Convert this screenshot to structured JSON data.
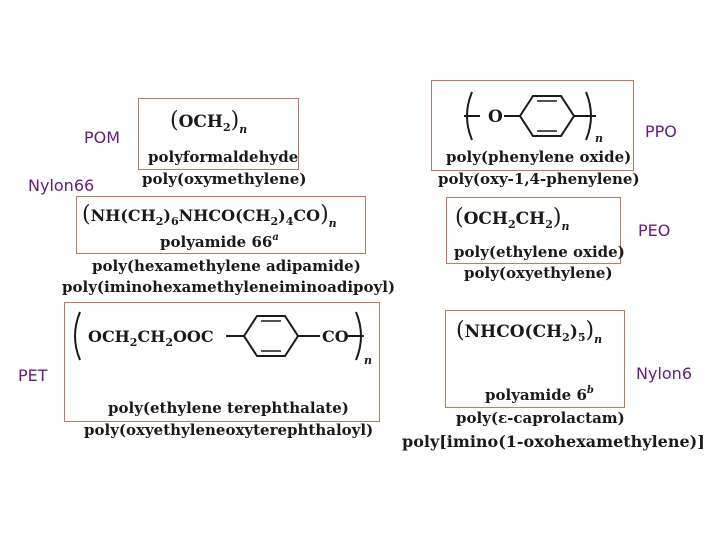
{
  "labels": {
    "pom": "POM",
    "nylon66": "Nylon66",
    "pet": "PET",
    "ppo": "PPO",
    "peo": "PEO",
    "nylon6": "Nylon6"
  },
  "pom": {
    "unit": "OCH",
    "sub": "2",
    "n": "n",
    "name1": "polyformaldehyde",
    "name2": "poly(oxymethylene)"
  },
  "nylon66": {
    "part1": "NH(CH",
    "sub1": "2",
    "part2": ")",
    "sub2": "6",
    "part3": "NHCO(CH",
    "sub3": "2",
    "part4": ")",
    "sub4": "4",
    "part5": "CO",
    "n": "n",
    "name1": "polyamide 66",
    "sup1": "a",
    "name2": "poly(hexamethylene adipamide)",
    "name3": "poly(iminohexamethyleneiminoadipoyl)"
  },
  "pet": {
    "left": "OCH",
    "sub1": "2",
    "mid": "CH",
    "sub2": "2",
    "ooc": "OOC",
    "co": "CO",
    "n": "n",
    "name1": "poly(ethylene terephthalate)",
    "name2": "poly(oxyethyleneoxyterephthaloyl)"
  },
  "ppo": {
    "o": "O",
    "n": "n",
    "name1": "poly(phenylene oxide)",
    "name2": "poly(oxy-1,4-phenylene)"
  },
  "peo": {
    "unit": "OCH",
    "sub1": "2",
    "mid": "CH",
    "sub2": "2",
    "n": "n",
    "name1": "poly(ethylene oxide)",
    "name2": "poly(oxyethylene)"
  },
  "nylon6": {
    "unit": "NHCO(CH",
    "sub1": "2",
    "close": ")",
    "sub2": "5",
    "n": "n",
    "name1": "polyamide 6",
    "sup1": "b",
    "name2": "poly(ε-caprolactam)",
    "name3": "poly[imino(1-oxohexamethylene)]"
  }
}
